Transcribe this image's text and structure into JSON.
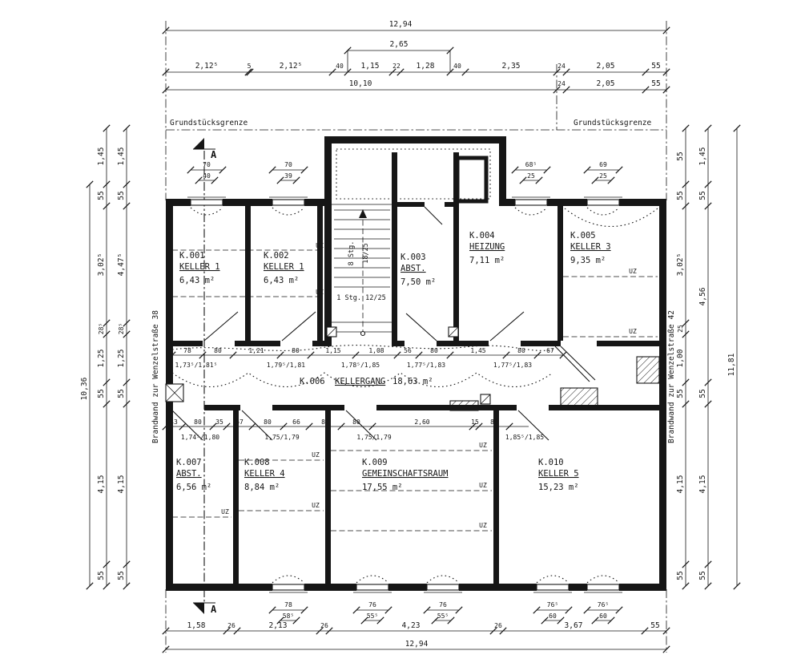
{
  "labels": {
    "grenze": "Grundstücksgrenze",
    "brandwand_left": "Brandwand zur Wenzelstraße 38",
    "brandwand_right": "Brandwand zur Wenzelstraße 42",
    "section": "A",
    "uz": "UZ"
  },
  "rooms": [
    {
      "id": "K.001",
      "name": "KELLER 1",
      "area": "6,43 m²"
    },
    {
      "id": "K.002",
      "name": "KELLER 1",
      "area": "6,43 m²"
    },
    {
      "id": "K.003",
      "name": "ABST.",
      "area": "7,50 m²"
    },
    {
      "id": "K.004",
      "name": "HEIZUNG",
      "area": "7,11 m²"
    },
    {
      "id": "K.005",
      "name": "KELLER 3",
      "area": "9,35 m²"
    },
    {
      "id": "K.006",
      "name": "KELLERGANG",
      "area": "18,63 m²"
    },
    {
      "id": "K.007",
      "name": "ABST.",
      "area": "6,56 m²"
    },
    {
      "id": "K.008",
      "name": "KELLER 4",
      "area": "8,84 m²"
    },
    {
      "id": "K.009",
      "name": "GEMEINSCHAFTSRAUM",
      "area": "17,55 m²"
    },
    {
      "id": "K.010",
      "name": "KELLER 5",
      "area": "15,23 m²"
    }
  ],
  "stair": {
    "flight": "8 Stg.",
    "rise": "18/25",
    "single": "1 Stg. 12/25"
  },
  "dims": {
    "top_total": "12,94",
    "top_sub": "2,65",
    "top_row1": [
      "2,12⁵",
      "5",
      "2,12⁵",
      "40",
      "1,15",
      "22",
      "1,28",
      "40",
      "2,35",
      "24",
      "2,05",
      "55"
    ],
    "top_row2": [
      "10,10",
      "24",
      "2,05",
      "55"
    ],
    "left_outer": [
      "1,45",
      "55",
      "3,02⁵",
      "28⁵",
      "1,25",
      "55",
      "4,15",
      "55"
    ],
    "left_inner": [
      "1,45",
      "55",
      "4,47⁵",
      "28⁵",
      "1,25",
      "55",
      "4,15",
      "55"
    ],
    "left_total": "10,36",
    "right_inner": [
      "55",
      "55",
      "3,02⁵",
      "25",
      "1,00",
      "55",
      "4,15",
      "55"
    ],
    "right_outer": [
      "1,45",
      "55",
      "4,56",
      "55",
      "4,15",
      "55"
    ],
    "right_total": "11,81",
    "win_top": [
      [
        "70",
        "40"
      ],
      [
        "70",
        "39"
      ],
      [
        "68⁵",
        "25"
      ],
      [
        "69",
        "25"
      ]
    ],
    "win_bottom": [
      [
        "78",
        "58⁵"
      ],
      [
        "76",
        "55⁵"
      ],
      [
        "76",
        "55⁵"
      ],
      [
        "76⁵",
        "60"
      ],
      [
        "76⁵",
        "60"
      ]
    ],
    "corridor_row": [
      "78",
      "80",
      "1,21",
      "80",
      "1,15",
      "1,08",
      "56",
      "80",
      "1,45",
      "80",
      "67"
    ],
    "corridor_doors": [
      "1,73⁵/1,81⁵",
      "1,79⁵/1,81",
      "1,78⁵/1,85",
      "1,77⁵/1,83",
      "1,77⁵/1,83"
    ],
    "lower_row": [
      "43",
      "80",
      "35",
      "67",
      "80",
      "66",
      "83",
      "80",
      "2,60",
      "15",
      "80"
    ],
    "lower_doors": [
      "1,74⁵/1,80",
      "1,75/1,79",
      "1,75/1,79",
      "1,85⁵/1,85"
    ],
    "bottom_row": [
      "1,58",
      "26",
      "2,13",
      "26",
      "4,23",
      "26",
      "3,67",
      "55"
    ],
    "bottom_total": "12,94"
  }
}
